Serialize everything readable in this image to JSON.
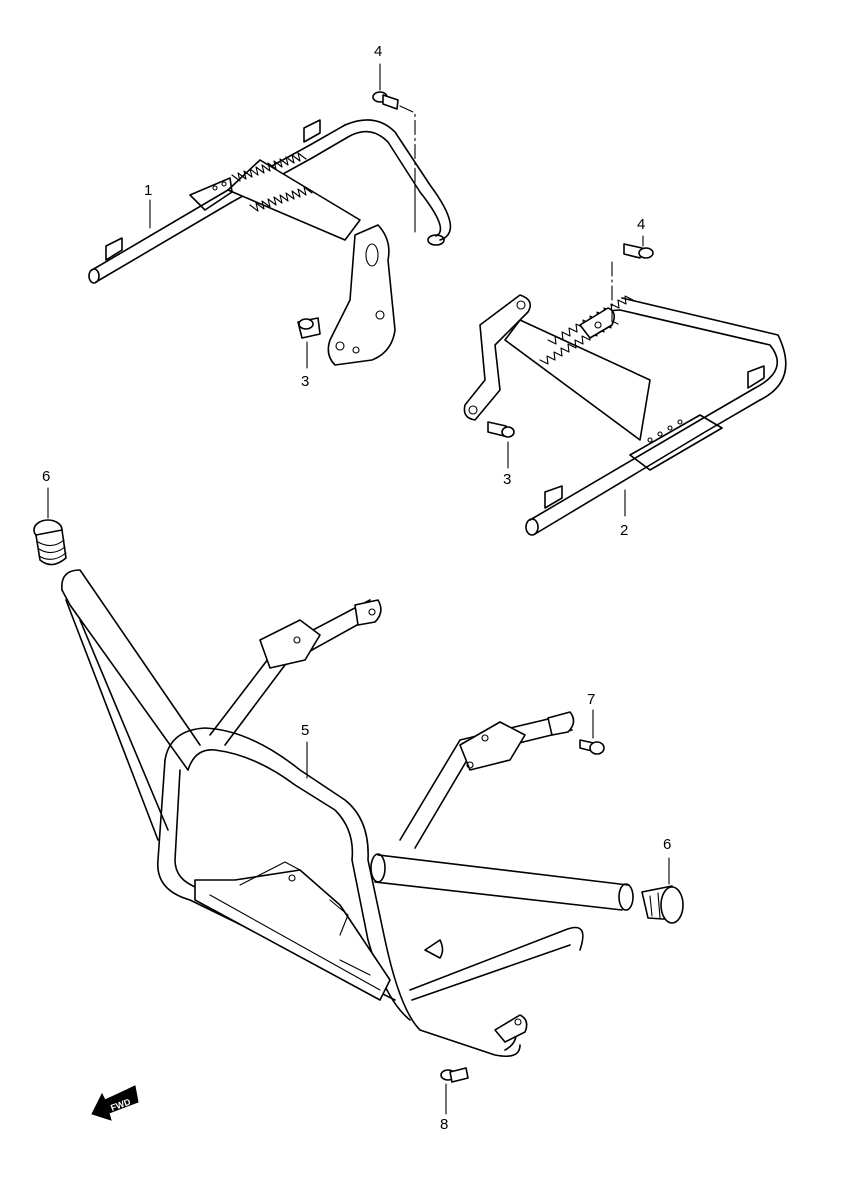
{
  "diagram": {
    "callouts": [
      {
        "id": "c1",
        "text": "1"
      },
      {
        "id": "c2",
        "text": "2"
      },
      {
        "id": "c3a",
        "text": "3"
      },
      {
        "id": "c3b",
        "text": "3"
      },
      {
        "id": "c4a",
        "text": "4"
      },
      {
        "id": "c4b",
        "text": "4"
      },
      {
        "id": "c5",
        "text": "5"
      },
      {
        "id": "c6a",
        "text": "6"
      },
      {
        "id": "c6b",
        "text": "6"
      },
      {
        "id": "c7",
        "text": "7"
      },
      {
        "id": "c8",
        "text": "8"
      }
    ],
    "fwd_label": "FWD"
  }
}
